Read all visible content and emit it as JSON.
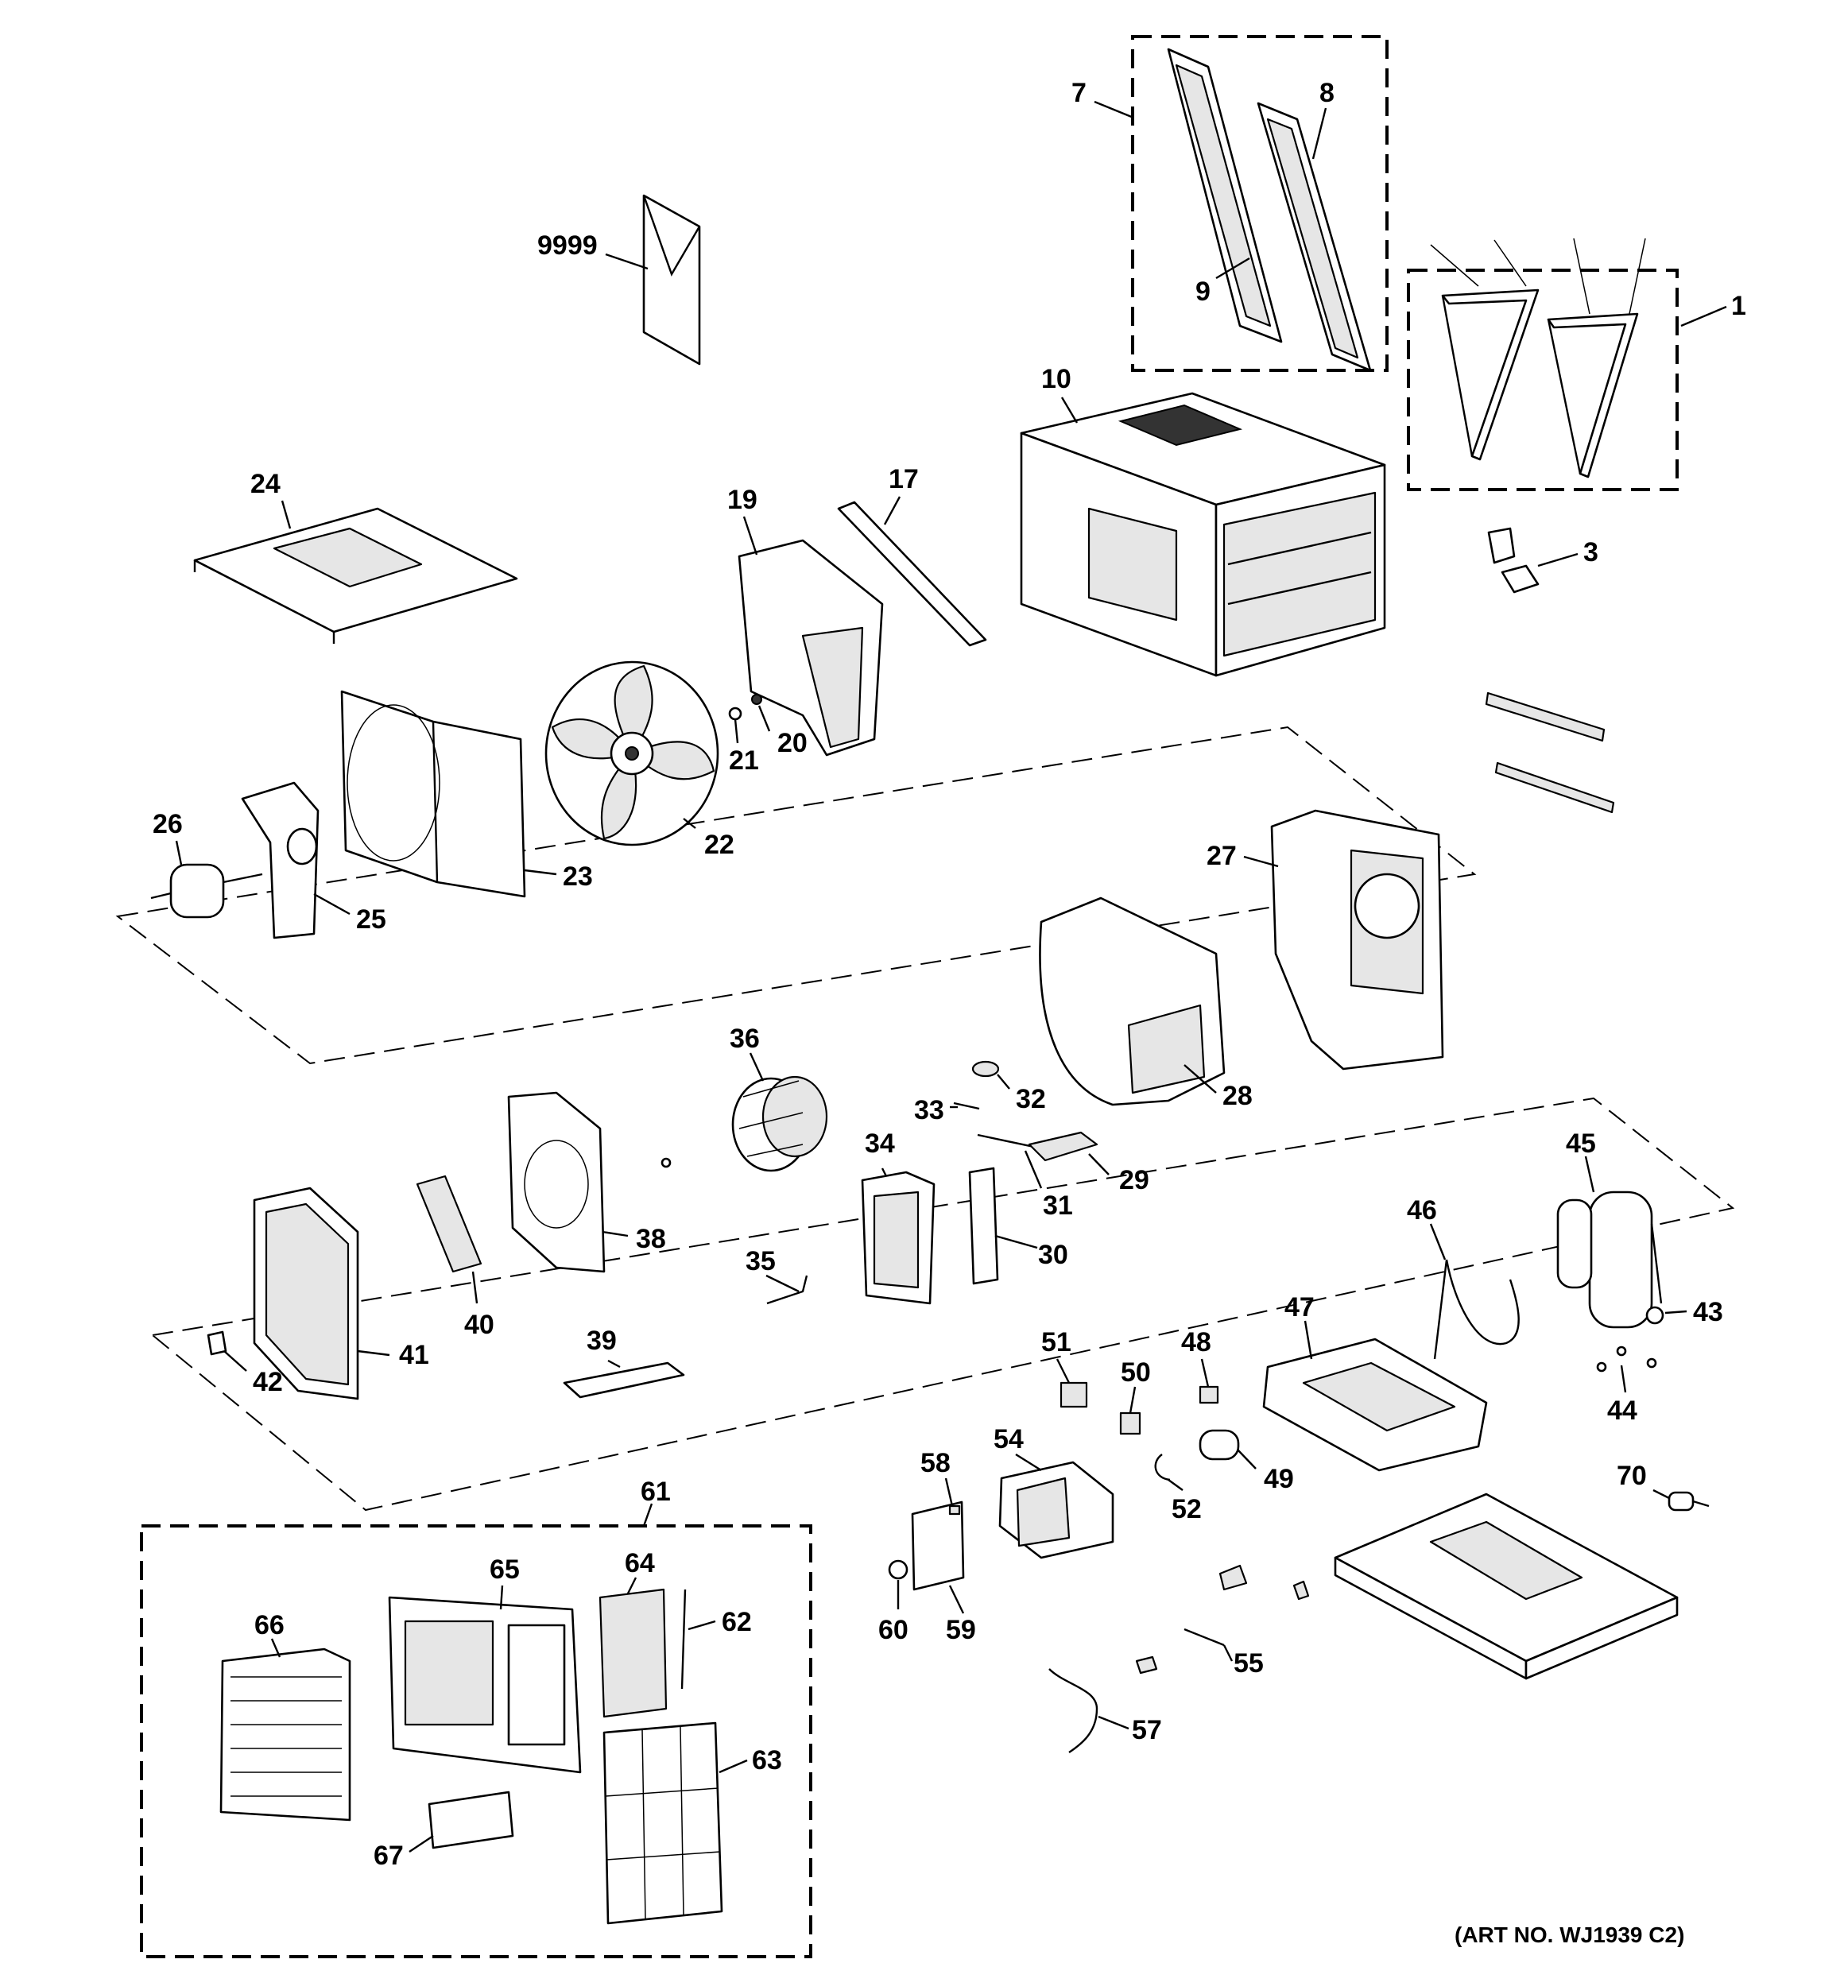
{
  "diagram": {
    "art_number": "(ART NO. WJ1939 C2)",
    "callouts": [
      "1",
      "3",
      "7",
      "8",
      "9",
      "9999",
      "10",
      "17",
      "19",
      "20",
      "21",
      "22",
      "23",
      "24",
      "25",
      "26",
      "27",
      "28",
      "29",
      "30",
      "31",
      "32",
      "33",
      "34",
      "35",
      "36",
      "38",
      "39",
      "40",
      "41",
      "42",
      "43",
      "44",
      "45",
      "46",
      "47",
      "48",
      "49",
      "50",
      "51",
      "52",
      "54",
      "55",
      "57",
      "58",
      "59",
      "60",
      "61",
      "62",
      "63",
      "64",
      "65",
      "66",
      "67",
      "70"
    ]
  }
}
